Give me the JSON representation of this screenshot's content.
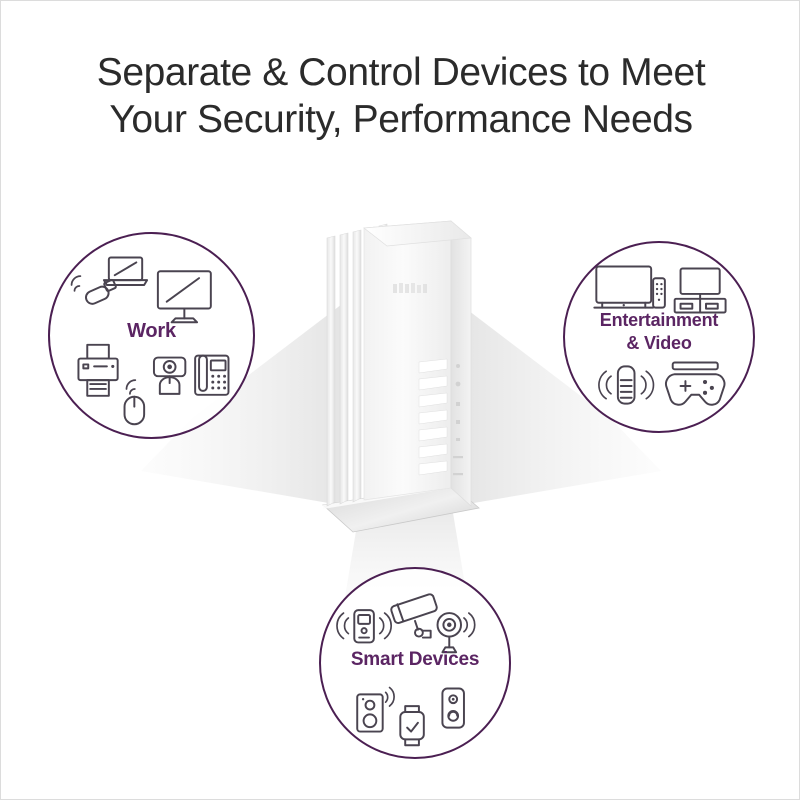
{
  "page": {
    "background_color": "#ffffff",
    "border_color": "#dcdcdc"
  },
  "headline": {
    "line1": "Separate & Control Devices to Meet",
    "line2": "Your Security, Performance Needs",
    "color": "#2b2b2b"
  },
  "colors": {
    "accent_purple": "#5b2563",
    "circle_stroke": "#4b1f52",
    "icon_stroke": "#4a4450",
    "beam_gray": "#ececec",
    "router_white": "#f7f7f7"
  },
  "product": {
    "name": "router",
    "description": "vertical white wifi router with fin vents and angled base",
    "logo_text": "",
    "led_indicator_count": 7,
    "vent_fin_count": 5
  },
  "beams": [
    {
      "name": "beam-left",
      "direction": "left"
    },
    {
      "name": "beam-right",
      "direction": "right"
    },
    {
      "name": "beam-down",
      "direction": "down"
    }
  ],
  "circles": [
    {
      "id": "work",
      "label": "Work",
      "label_lines": [
        "Work"
      ],
      "icons": [
        "wifi-usb-dongle-icon",
        "laptop-icon",
        "desktop-monitor-icon",
        "printer-icon",
        "wireless-mouse-icon",
        "webcam-icon",
        "desk-phone-icon"
      ]
    },
    {
      "id": "entertainment",
      "label": "Entertainment & Video",
      "label_lines": [
        "Entertainment",
        "& Video"
      ],
      "icons": [
        "television-icon",
        "tv-remote-icon",
        "tv-on-stand-icon",
        "remote-control-signal-icon",
        "game-controller-icon"
      ]
    },
    {
      "id": "smart",
      "label": "Smart Devices",
      "label_lines": [
        "Smart Devices"
      ],
      "icons": [
        "smart-thermostat-icon",
        "security-camera-icon",
        "motion-sensor-icon",
        "smart-speaker-icon",
        "smartwatch-icon",
        "video-doorbell-icon"
      ]
    }
  ]
}
